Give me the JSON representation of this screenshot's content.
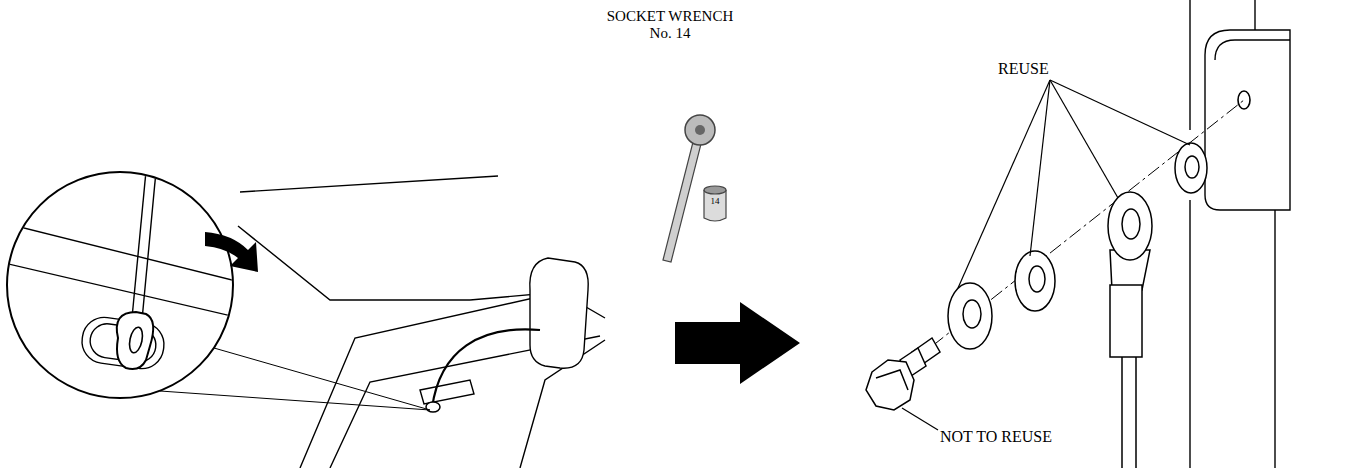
{
  "diagram": {
    "labels": [
      "SOCKET WRENCH No. 14",
      "14",
      "REUSE",
      "NOT TO REUSE"
    ]
  }
}
